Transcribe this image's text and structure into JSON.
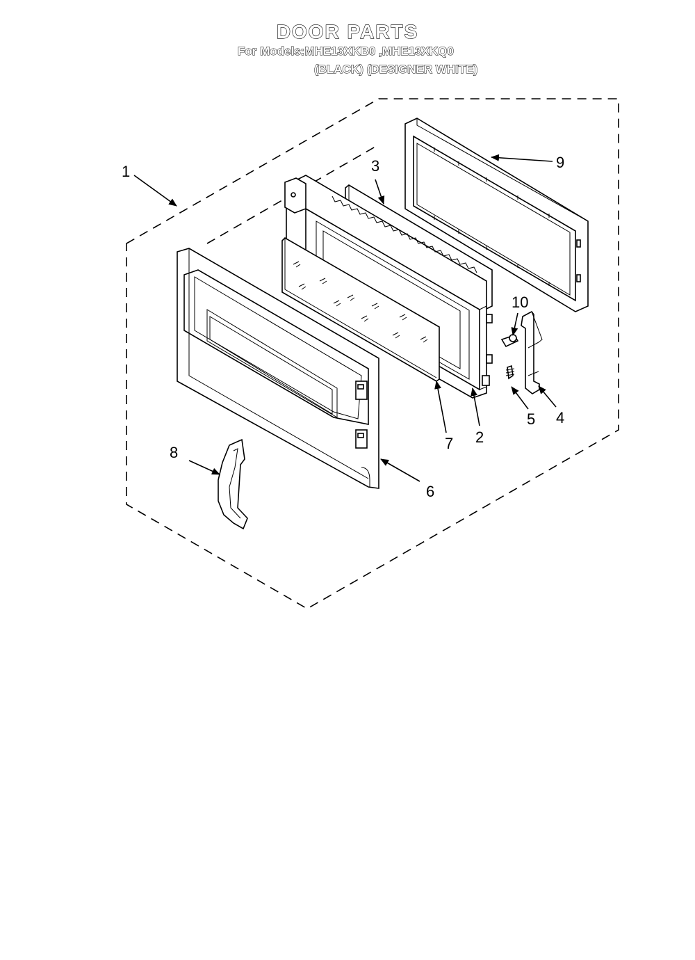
{
  "header": {
    "title": "DOOR PARTS",
    "models_prefix": "For Models:",
    "model_1": "MHE13XKB0",
    "model_separator": " ,",
    "model_2": "MHE13XKQ0",
    "variant_1": "(BLACK)",
    "variant_2": "(DESIGNER WHITE)"
  },
  "callouts": {
    "c1": "1",
    "c2": "2",
    "c3": "3",
    "c4": "4",
    "c5": "5",
    "c6": "6",
    "c7": "7",
    "c8": "8",
    "c9": "9",
    "c10": "10"
  }
}
